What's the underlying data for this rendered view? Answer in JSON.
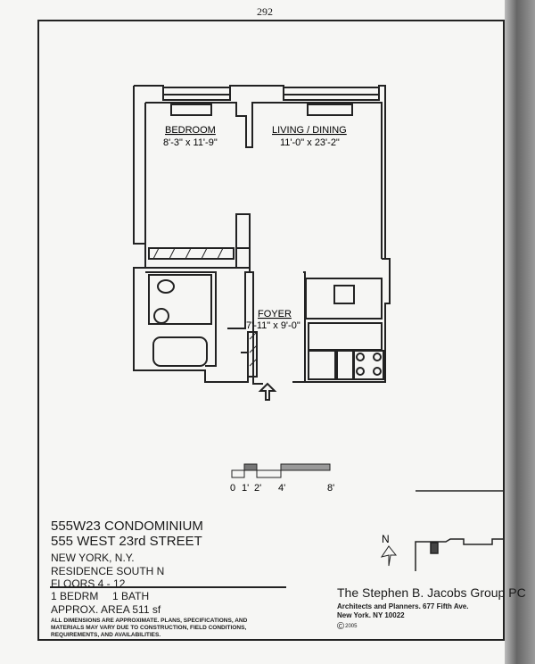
{
  "page_number": "292",
  "rooms": [
    {
      "name": "BEDROOM",
      "size": "8'-3\" x 11'-9\""
    },
    {
      "name": "LIVING / DINING",
      "size": "11'-0\" x 23'-2\""
    },
    {
      "name": "FOYER",
      "size": "7'-11\" x 9'-0\""
    }
  ],
  "scale_labels": [
    "0",
    "1'",
    "2'",
    "4'",
    "8'"
  ],
  "north_label": "N",
  "building": {
    "name": "555W23 CONDOMINIUM",
    "address": "555 WEST 23rd STREET",
    "city": "NEW YORK,  N.Y.",
    "residence": "RESIDENCE SOUTH N",
    "floors": "FLOORS 4 - 12"
  },
  "unit": {
    "bedrooms": "1 BEDRM",
    "baths": "1 BATH",
    "area": "APPROX.  AREA  511 sf"
  },
  "disclaimer": [
    "ALL DIMENSIONS ARE APPROXIMATE.  PLANS, SPECIFICATIONS, AND",
    "MATERIALS MAY VARY DUE TO CONSTRUCTION, FIELD CONDITIONS,",
    "REQUIREMENTS, AND AVAILABILITIES."
  ],
  "architect": {
    "name": "The Stephen B. Jacobs Group PC",
    "line1": "Architects and Planners.  677 Fifth Ave.",
    "line2": "New York.  NY 10022",
    "copyright": "2005"
  }
}
